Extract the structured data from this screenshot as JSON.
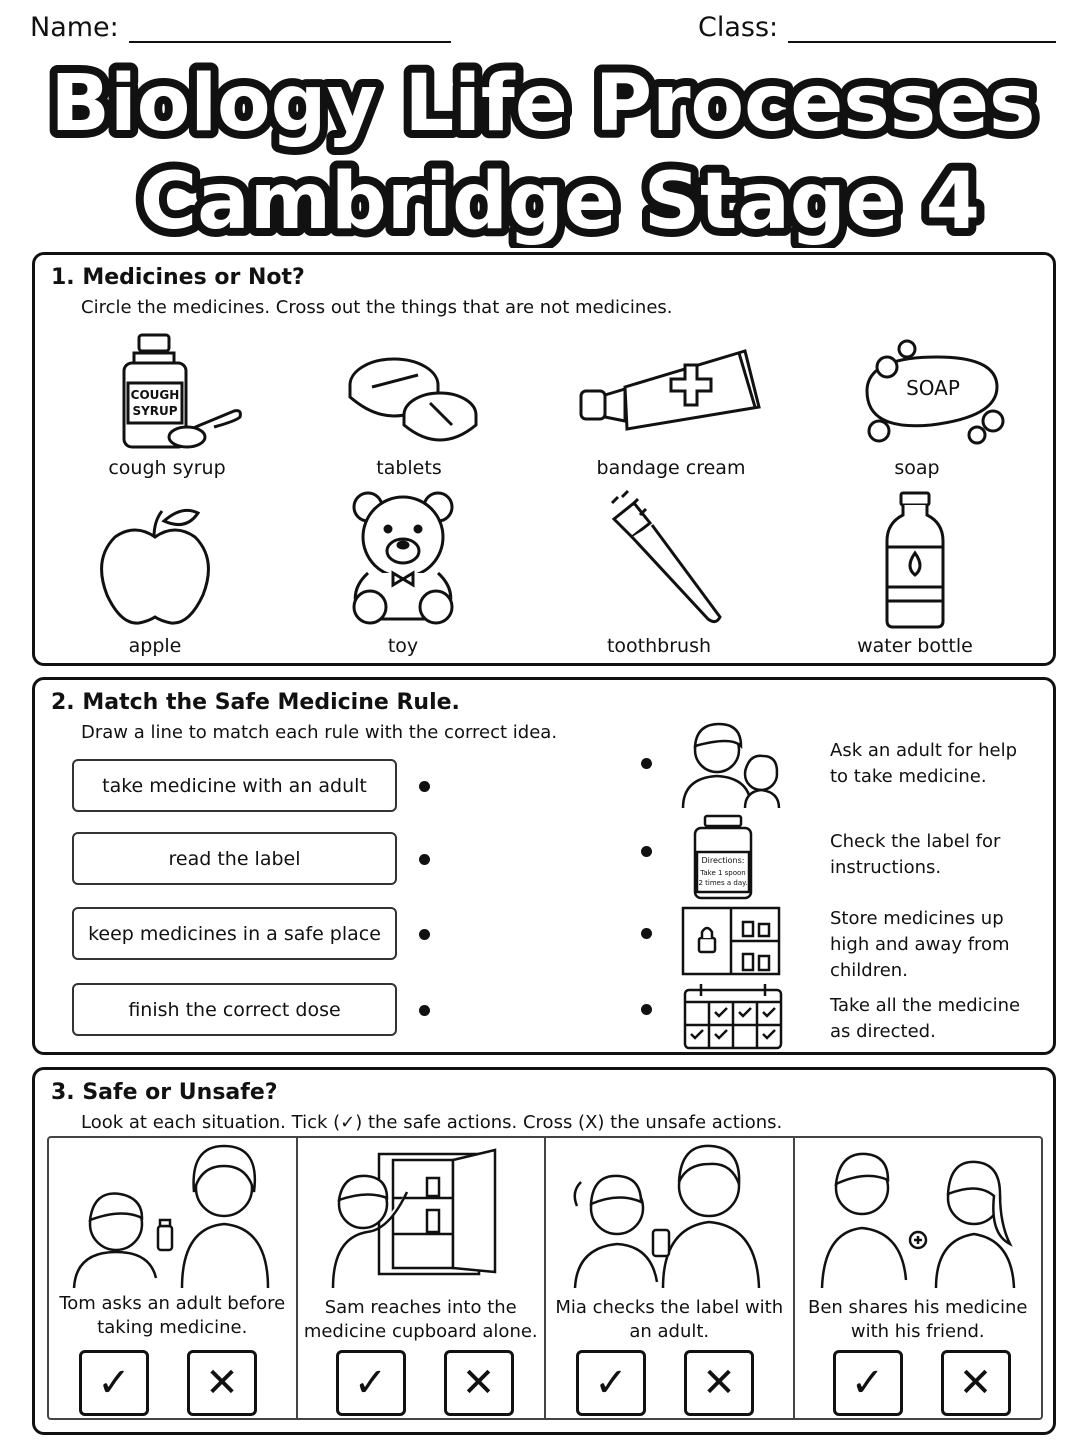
{
  "header": {
    "name_label": "Name:",
    "class_label": "Class:"
  },
  "title": {
    "line1": "Biology Life Processes",
    "line2": "Cambridge Stage 4"
  },
  "section1": {
    "title": "1. Medicines or Not?",
    "instruction": "Circle the medicines. Cross out the things that are not medicines.",
    "syrup_label_1": "COUGH",
    "syrup_label_2": "SYRUP",
    "soap_label": "SOAP",
    "items": [
      {
        "label": "cough syrup",
        "icon": "cough-syrup-icon"
      },
      {
        "label": "tablets",
        "icon": "tablets-icon"
      },
      {
        "label": "bandage cream",
        "icon": "cream-tube-icon"
      },
      {
        "label": "soap",
        "icon": "soap-icon"
      },
      {
        "label": "apple",
        "icon": "apple-icon"
      },
      {
        "label": "toy",
        "icon": "teddy-bear-icon"
      },
      {
        "label": "toothbrush",
        "icon": "toothbrush-icon"
      },
      {
        "label": "water bottle",
        "icon": "water-bottle-icon"
      }
    ]
  },
  "section2": {
    "title": "2. Match the Safe Medicine Rule.",
    "instruction": "Draw a line to match each rule with the correct idea.",
    "rules": [
      "take medicine with an adult",
      "read the label",
      "keep medicines in a safe place",
      "finish the correct dose"
    ],
    "ideas": [
      {
        "text": "Ask an adult for help to take medicine.",
        "icon": "adult-child-icon"
      },
      {
        "text": "Check the label for instructions.",
        "icon": "medicine-label-icon"
      },
      {
        "text": "Store medicines up high and away from children.",
        "icon": "locked-cabinet-icon"
      },
      {
        "text": "Take all the medicine as directed.",
        "icon": "calendar-icon"
      }
    ],
    "label_directions": "Directions:",
    "label_take": "Take 1 spoon",
    "label_times": "2 times a day."
  },
  "section3": {
    "title": "3. Safe or Unsafe?",
    "instruction": "Look at each situation. Tick (✓) the safe actions. Cross (X) the unsafe actions.",
    "tick_symbol": "✓",
    "cross_symbol": "✕",
    "situations": [
      {
        "caption": "Tom asks an adult before taking medicine."
      },
      {
        "caption": "Sam reaches into the medicine cupboard alone."
      },
      {
        "caption": "Mia checks the label with an adult."
      },
      {
        "caption": "Ben shares his medicine with his friend."
      }
    ]
  }
}
